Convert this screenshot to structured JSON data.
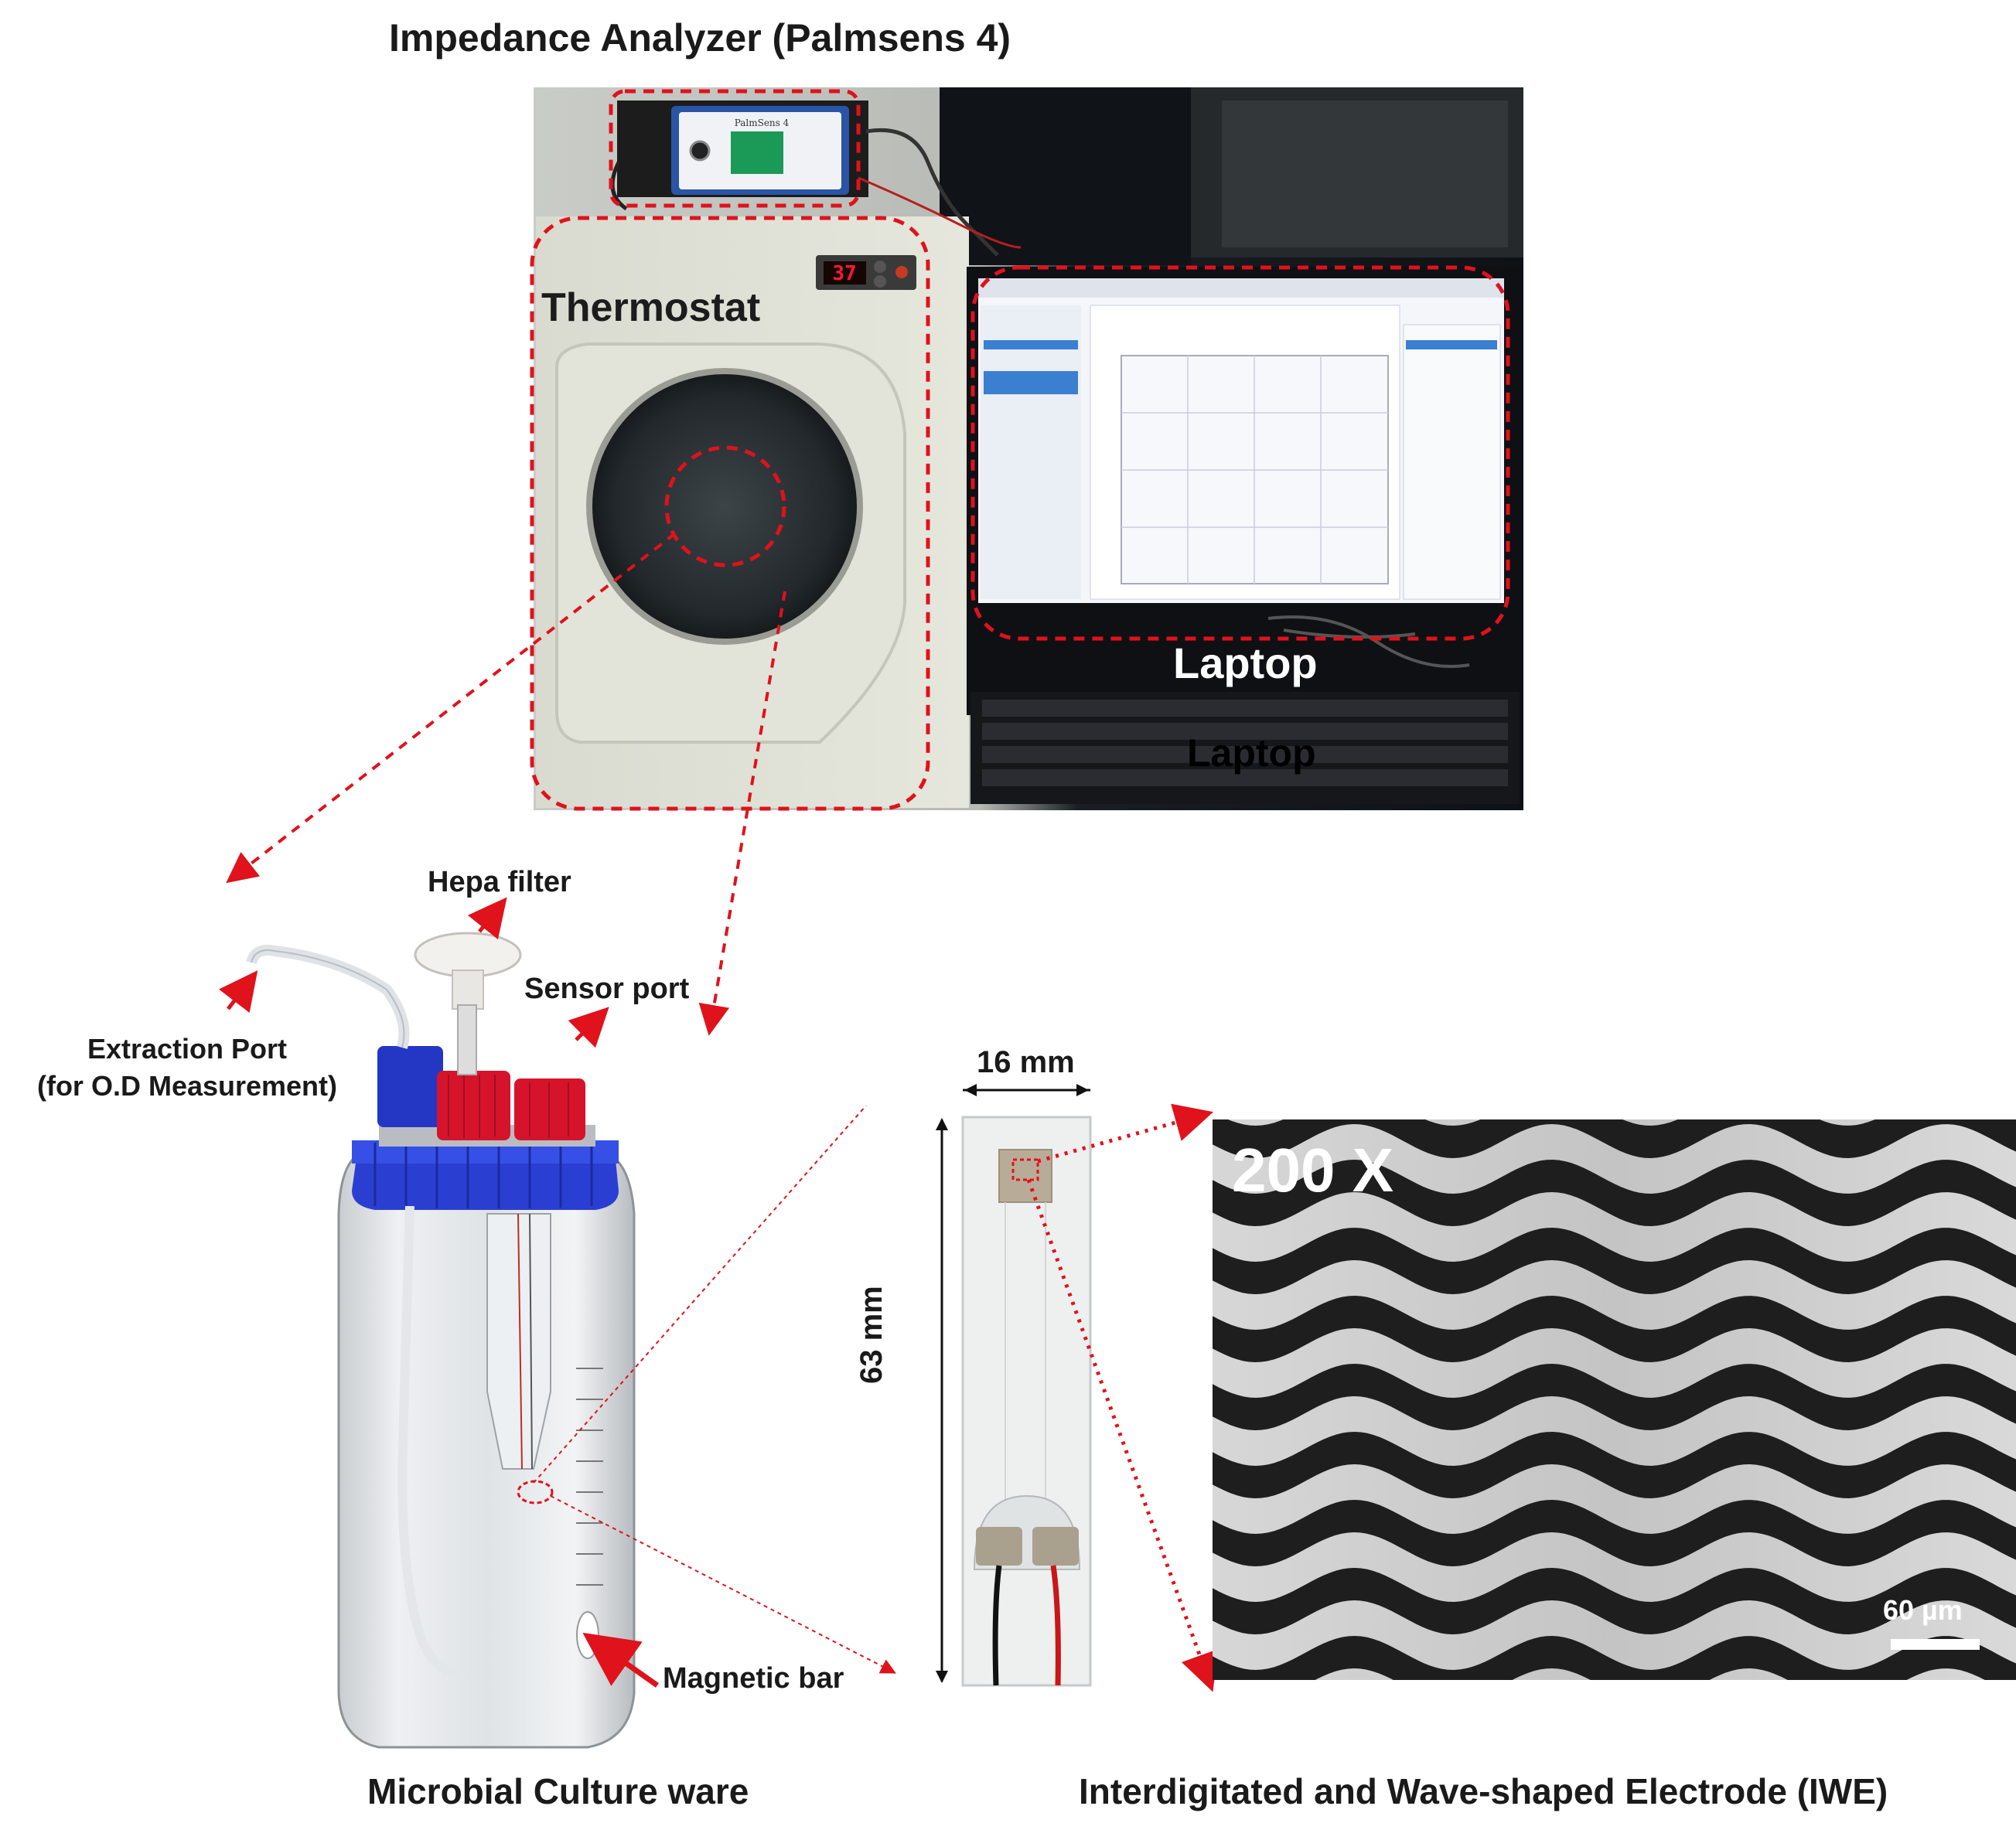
{
  "figure": {
    "title_top": "Impedance Analyzer (Palmsens 4)",
    "bottom_left_caption": "Microbial Culture ware",
    "bottom_right_caption": "Interdigitated and Wave-shaped Electrode (IWE)"
  },
  "photo_top": {
    "thermostat_label": "Thermostat",
    "laptop_label": "Laptop",
    "laptop_keyboard_text": "Laptop",
    "thermostat_display": "37",
    "analyzer_brand": "PalmSens 4"
  },
  "bottle_labels": {
    "hepa_filter": "Hepa filter",
    "sensor_port": "Sensor port",
    "extraction_port_line1": "Extraction Port",
    "extraction_port_line2": "(for O.D Measurement)",
    "magnetic_bar": "Magnetic bar"
  },
  "electrode": {
    "width_label": "16 mm",
    "length_label": "63 mm",
    "magnification": "200 X",
    "scale_bar": "60 µm"
  },
  "colors": {
    "dashed_red": "#e0121b",
    "cap_blue": "#2a3fd1",
    "cap_red": "#d5142b"
  }
}
